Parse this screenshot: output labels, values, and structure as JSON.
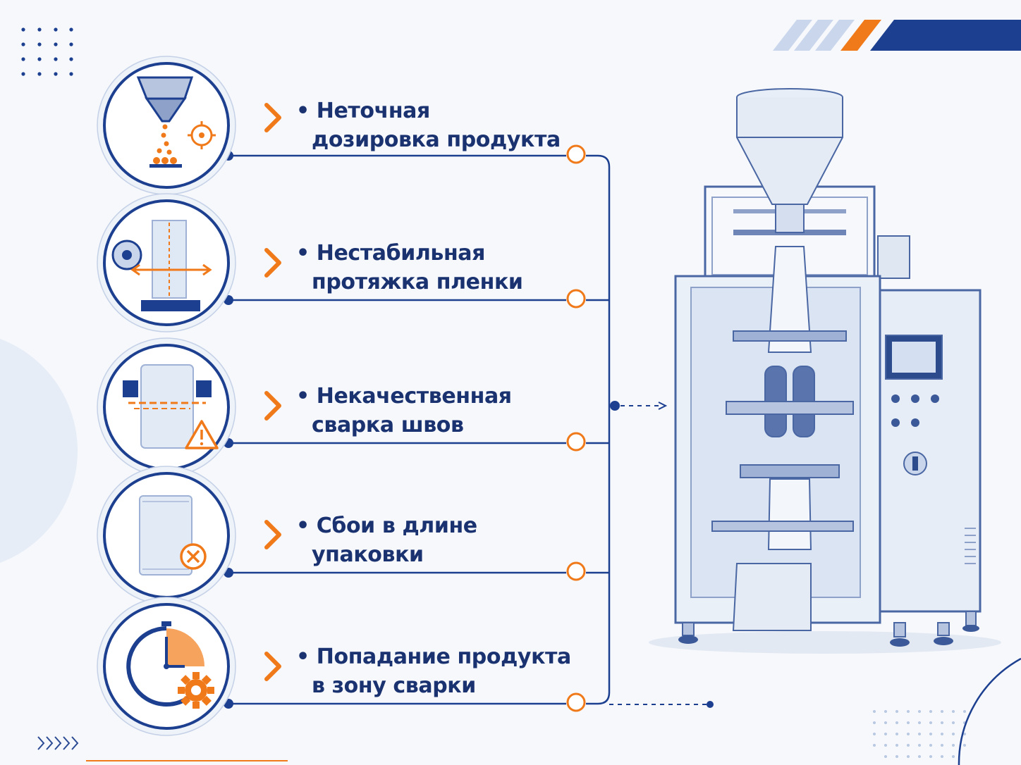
{
  "issues": [
    {
      "line1": "Неточная",
      "line2": "дозировка продукта",
      "icon": "hopper-dosing-icon"
    },
    {
      "line1": "Нестабильная",
      "line2": "протяжка пленки",
      "icon": "film-roll-icon"
    },
    {
      "line1": "Некачественная",
      "line2": "сварка швов",
      "icon": "seal-warning-icon"
    },
    {
      "line1": "Сбои в длине",
      "line2": "упаковки",
      "icon": "package-error-icon"
    },
    {
      "line1": "Попадание продукта",
      "line2": "в зону сварки",
      "icon": "clock-gear-icon"
    }
  ],
  "bullet": "•",
  "colors": {
    "navy": "#1c3f8f",
    "text": "#1a3270",
    "orange": "#f07a1a",
    "machine": "#e4ebf5",
    "machine_stroke": "#4a67a3"
  }
}
